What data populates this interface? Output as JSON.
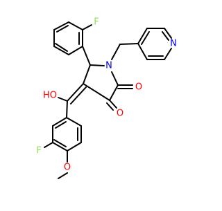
{
  "molecule": {
    "labels": {
      "fluoro_top": "F",
      "nitrogen_ring": "N",
      "nitrogen_pyridine": "N",
      "hydroxyl": "HO",
      "oxygen_right": "O",
      "oxygen_lower": "O",
      "fluoro_bottom": "F",
      "methoxy_oxygen": "O"
    },
    "colors": {
      "bond": "#000000",
      "oxygen": "#ff0000",
      "nitrogen": "#0000ff",
      "fluorine": "#90e050"
    }
  }
}
